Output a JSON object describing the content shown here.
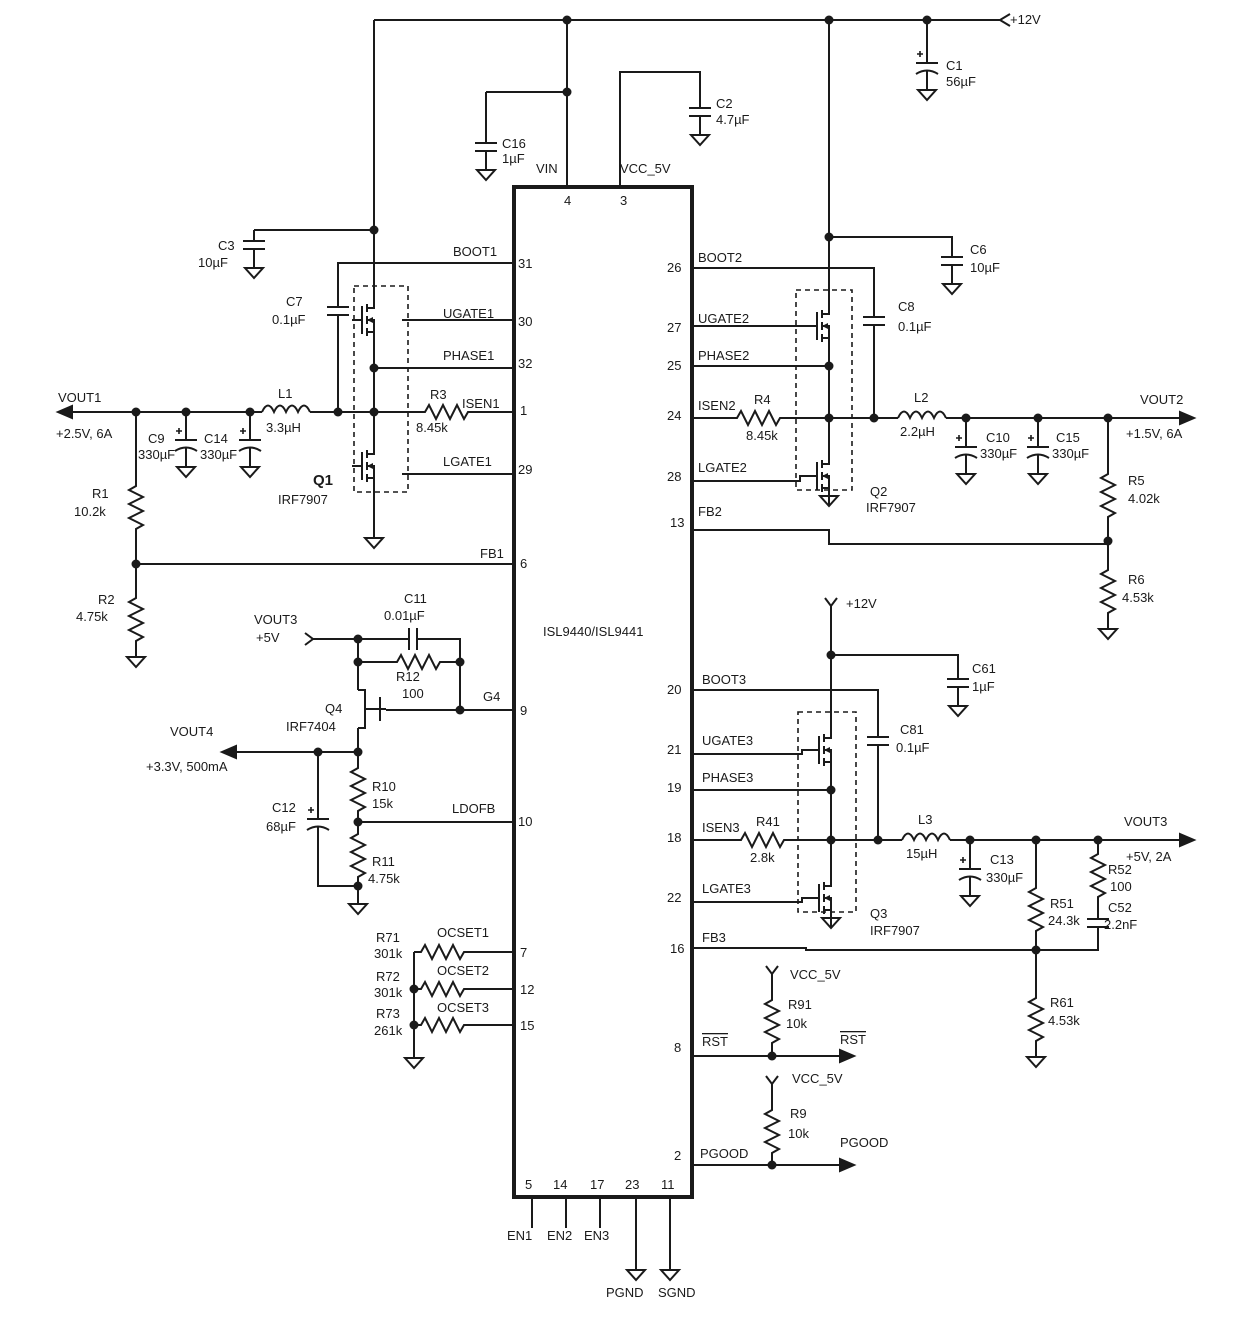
{
  "chip": {
    "name": "ISL9440/ISL9441"
  },
  "pins": {
    "VIN": {
      "name": "VIN",
      "num": "4"
    },
    "VCC_5V": {
      "name": "VCC_5V",
      "num": "3"
    },
    "BOOT1": {
      "name": "BOOT1",
      "num": "31"
    },
    "UGATE1": {
      "name": "UGATE1",
      "num": "30"
    },
    "PHASE1": {
      "name": "PHASE1",
      "num": "32"
    },
    "ISEN1": {
      "name": "ISEN1",
      "num": "1"
    },
    "LGATE1": {
      "name": "LGATE1",
      "num": "29"
    },
    "FB1": {
      "name": "FB1",
      "num": "6"
    },
    "G4": {
      "name": "G4",
      "num": "9"
    },
    "LDOFB": {
      "name": "LDOFB",
      "num": "10"
    },
    "OCSET1": {
      "name": "OCSET1",
      "num": "7"
    },
    "OCSET2": {
      "name": "OCSET2",
      "num": "12"
    },
    "OCSET3": {
      "name": "OCSET3",
      "num": "15"
    },
    "BOOT2": {
      "name": "BOOT2",
      "num": "26"
    },
    "UGATE2": {
      "name": "UGATE2",
      "num": "27"
    },
    "PHASE2": {
      "name": "PHASE2",
      "num": "25"
    },
    "ISEN2": {
      "name": "ISEN2",
      "num": "24"
    },
    "LGATE2": {
      "name": "LGATE2",
      "num": "28"
    },
    "FB2": {
      "name": "FB2",
      "num": "13"
    },
    "BOOT3": {
      "name": "BOOT3",
      "num": "20"
    },
    "UGATE3": {
      "name": "UGATE3",
      "num": "21"
    },
    "PHASE3": {
      "name": "PHASE3",
      "num": "19"
    },
    "ISEN3": {
      "name": "ISEN3",
      "num": "18"
    },
    "LGATE3": {
      "name": "LGATE3",
      "num": "22"
    },
    "FB3": {
      "name": "FB3",
      "num": "16"
    },
    "RST": {
      "name": "RST",
      "num": "8"
    },
    "PGOOD": {
      "name": "PGOOD",
      "num": "2"
    },
    "EN1": {
      "name": "EN1",
      "num": "5"
    },
    "EN2": {
      "name": "EN2",
      "num": "14"
    },
    "EN3": {
      "name": "EN3",
      "num": "17"
    },
    "PGND": {
      "name": "PGND",
      "num": "23"
    },
    "SGND": {
      "name": "SGND",
      "num": "11"
    }
  },
  "components": {
    "C1": {
      "ref": "C1",
      "value": "56µF"
    },
    "C2": {
      "ref": "C2",
      "value": "4.7µF"
    },
    "C16": {
      "ref": "C16",
      "value": "1µF"
    },
    "C3": {
      "ref": "C3",
      "value": "10µF"
    },
    "C7": {
      "ref": "C7",
      "value": "0.1µF"
    },
    "L1": {
      "ref": "L1",
      "value": "3.3µH"
    },
    "R3": {
      "ref": "R3",
      "value": "8.45k"
    },
    "C9": {
      "ref": "C9",
      "value": "330µF"
    },
    "C14": {
      "ref": "C14",
      "value": "330µF"
    },
    "Q1": {
      "ref": "Q1",
      "value": "IRF7907"
    },
    "R1": {
      "ref": "R1",
      "value": "10.2k"
    },
    "R2": {
      "ref": "R2",
      "value": "4.75k"
    },
    "C11": {
      "ref": "C11",
      "value": "0.01µF"
    },
    "R12": {
      "ref": "R12",
      "value": "100"
    },
    "Q4": {
      "ref": "Q4",
      "value": "IRF7404"
    },
    "R10": {
      "ref": "R10",
      "value": "15k"
    },
    "C12": {
      "ref": "C12",
      "value": "68µF"
    },
    "R11": {
      "ref": "R11",
      "value": "4.75k"
    },
    "R71": {
      "ref": "R71",
      "value": "301k"
    },
    "R72": {
      "ref": "R72",
      "value": "301k"
    },
    "R73": {
      "ref": "R73",
      "value": "261k"
    },
    "C6": {
      "ref": "C6",
      "value": "10µF"
    },
    "C8": {
      "ref": "C8",
      "value": "0.1µF"
    },
    "R4": {
      "ref": "R4",
      "value": "8.45k"
    },
    "L2": {
      "ref": "L2",
      "value": "2.2µH"
    },
    "C10": {
      "ref": "C10",
      "value": "330µF"
    },
    "C15": {
      "ref": "C15",
      "value": "330µF"
    },
    "Q2": {
      "ref": "Q2",
      "value": "IRF7907"
    },
    "R5": {
      "ref": "R5",
      "value": "4.02k"
    },
    "R6": {
      "ref": "R6",
      "value": "4.53k"
    },
    "C61": {
      "ref": "C61",
      "value": "1µF"
    },
    "C81": {
      "ref": "C81",
      "value": "0.1µF"
    },
    "R41": {
      "ref": "R41",
      "value": "2.8k"
    },
    "L3": {
      "ref": "L3",
      "value": "15µH"
    },
    "C13": {
      "ref": "C13",
      "value": "330µF"
    },
    "R52": {
      "ref": "R52",
      "value": "100"
    },
    "C52": {
      "ref": "C52",
      "value": "2.2nF"
    },
    "R51": {
      "ref": "R51",
      "value": "24.3k"
    },
    "R61": {
      "ref": "R61",
      "value": "4.53k"
    },
    "Q3": {
      "ref": "Q3",
      "value": "IRF7907"
    },
    "R91": {
      "ref": "R91",
      "value": "10k"
    },
    "R9": {
      "ref": "R9",
      "value": "10k"
    }
  },
  "nets": {
    "vin_rail": "+12V",
    "vin_rail3": "+12V",
    "vout1": {
      "name": "VOUT1",
      "spec": "+2.5V, 6A"
    },
    "vout2": {
      "name": "VOUT2",
      "spec": "+1.5V, 6A"
    },
    "vout3_in": {
      "name": "VOUT3",
      "spec": "+5V"
    },
    "vout3": {
      "name": "VOUT3",
      "spec": "+5V, 2A"
    },
    "vout4": {
      "name": "VOUT4",
      "spec": "+3.3V, 500mA"
    },
    "vcc5v_a": "VCC_5V",
    "vcc5v_b": "VCC_5V",
    "rst_out": "RST",
    "pgood_out": "PGOOD"
  }
}
